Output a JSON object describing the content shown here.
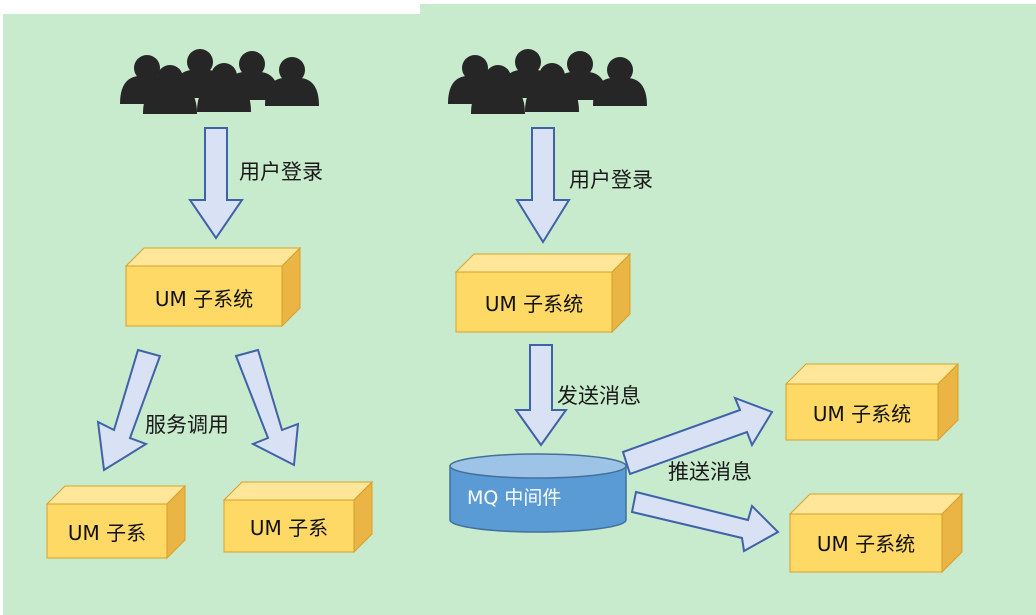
{
  "colors": {
    "background": "#c9ebcd",
    "box_front": "#ffd966",
    "box_top": "#ffe699",
    "box_side": "#eab545",
    "box_stroke": "#d6a02a",
    "arrow_fill": "#d9e1f4",
    "arrow_stroke": "#3f62aa",
    "db_fill": "#5b9bd5",
    "db_top": "#9dc3e6",
    "db_stroke": "#41719c",
    "people": "#262626"
  },
  "icons": [
    "people-group-icon",
    "people-group-icon"
  ],
  "left": {
    "login_label": "用户登录",
    "um_system": "UM 子系统",
    "call_label": "服务调用",
    "sub_a": "UM 子系",
    "sub_b": "UM 子系"
  },
  "right": {
    "login_label": "用户登录",
    "um_system": "UM 子系统",
    "send_label": "发送消息",
    "mq_label": "MQ 中间件",
    "push_label": "推送消息",
    "sub_a": "UM 子系统",
    "sub_b": "UM 子系统"
  }
}
